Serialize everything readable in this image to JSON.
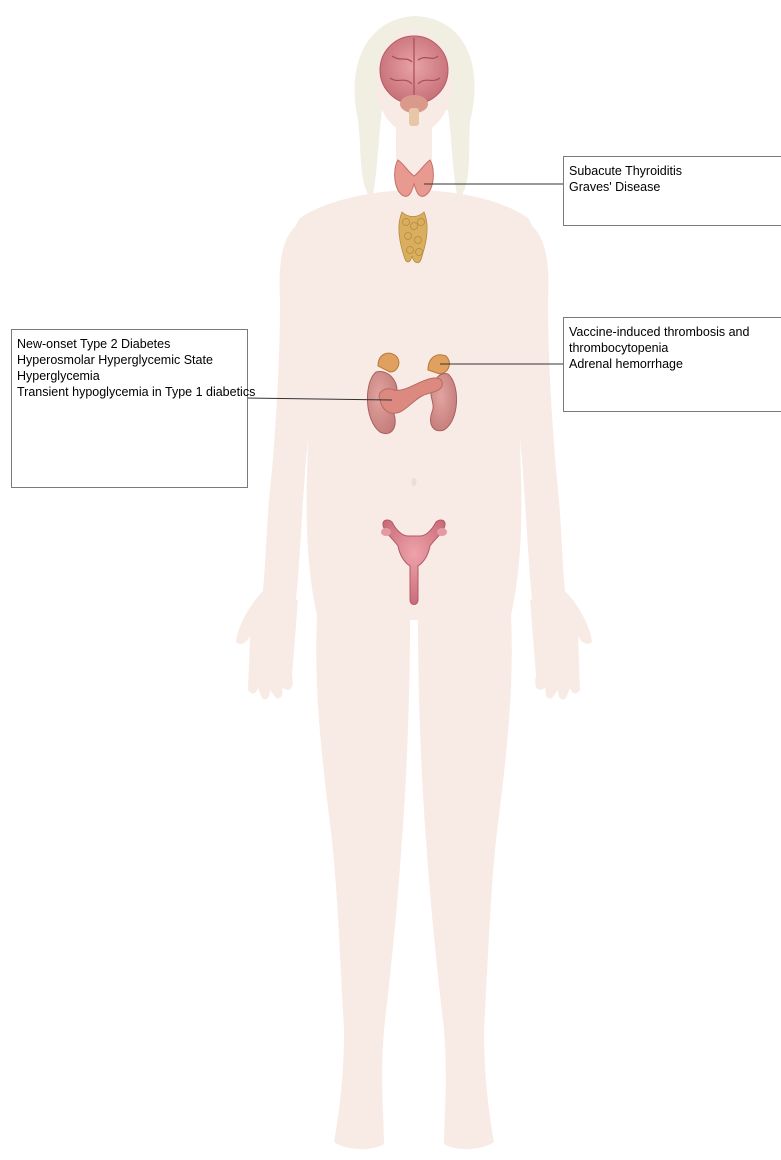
{
  "colors": {
    "body": "#f8ebe6",
    "hair": "#f1eee2",
    "brain": "#d4848a",
    "thyroid": "#e89a90",
    "thymus": "#d9ae5e",
    "adrenal": "#dfa060",
    "kidney": "#cf8a86",
    "pancreas": "#dc8a80",
    "uterus": "#d9828c",
    "box_border": "#7a7a7a",
    "leader_line": "#333333"
  },
  "annotations": {
    "thyroid": {
      "lines": [
        "Subacute Thyroiditis",
        "Graves' Disease"
      ]
    },
    "pancreas": {
      "lines": [
        "New-onset Type 2 Diabetes",
        "Hyperosmolar Hyperglycemic State",
        "Hyperglycemia",
        "Transient hypoglycemia in Type 1 diabetics"
      ]
    },
    "adrenal": {
      "lines": [
        "Vaccine-induced thrombosis and",
        "thrombocytopenia",
        "Adrenal hemorrhage"
      ]
    }
  }
}
